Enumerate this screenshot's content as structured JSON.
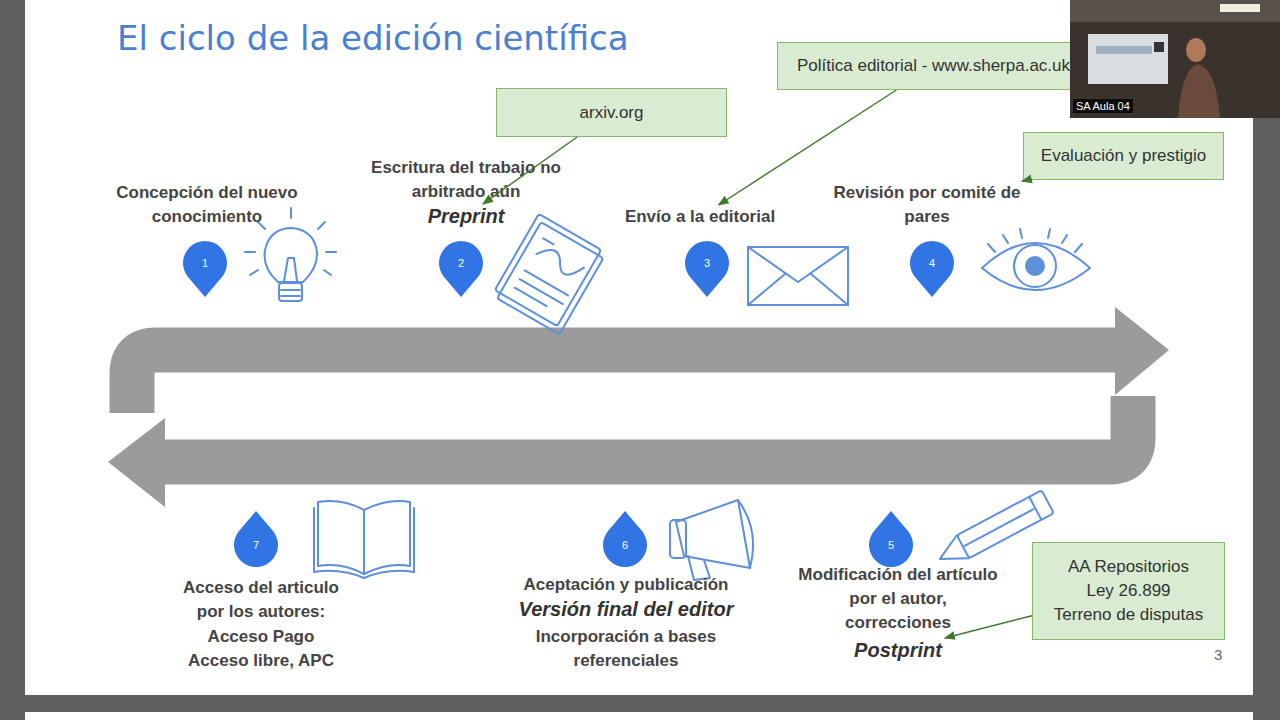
{
  "diagram": {
    "title": "El ciclo de la edición científica",
    "nodes": [
      {
        "text": [
          "Política editorial - www.sherpa.ac.uk"
        ]
      },
      {
        "text": [
          "arxiv.org"
        ]
      },
      {
        "text": [
          "Evaluación y prestigio"
        ]
      },
      {
        "text": [
          "1",
          "Concepción del nuevo conocimiento"
        ]
      },
      {
        "text": [
          "2",
          "Escritura del trabajo no arbitrado aún",
          "Preprint"
        ]
      },
      {
        "text": [
          "3",
          "Envío a la editorial"
        ]
      },
      {
        "text": [
          "4",
          "Revisión por comité de pares"
        ]
      },
      {
        "text": [
          "7",
          "Acceso del articulo por los autores:",
          "Acceso Pago",
          "Acceso libre, APC"
        ]
      },
      {
        "text": [
          "6",
          "Aceptación y publicación",
          "Versión final del editor",
          "Incorporación a bases referenciales"
        ]
      },
      {
        "text": [
          "5",
          "Modificación del artículo por el autor, correcciones",
          "Postprint"
        ]
      },
      {
        "text": [
          "AA Repositorios",
          "Ley 26.899",
          "Terreno de disputas"
        ]
      }
    ],
    "edges": [
      {
        "from": 1,
        "to": 4,
        "arrow": "to"
      },
      {
        "from": 0,
        "to": 5,
        "arrow": "to"
      },
      {
        "from": 2,
        "to": 6,
        "arrow": "to"
      },
      {
        "from": 10,
        "to": 9,
        "arrow": "to"
      }
    ],
    "labels": [
      "3",
      "SA Aula 04"
    ]
  }
}
